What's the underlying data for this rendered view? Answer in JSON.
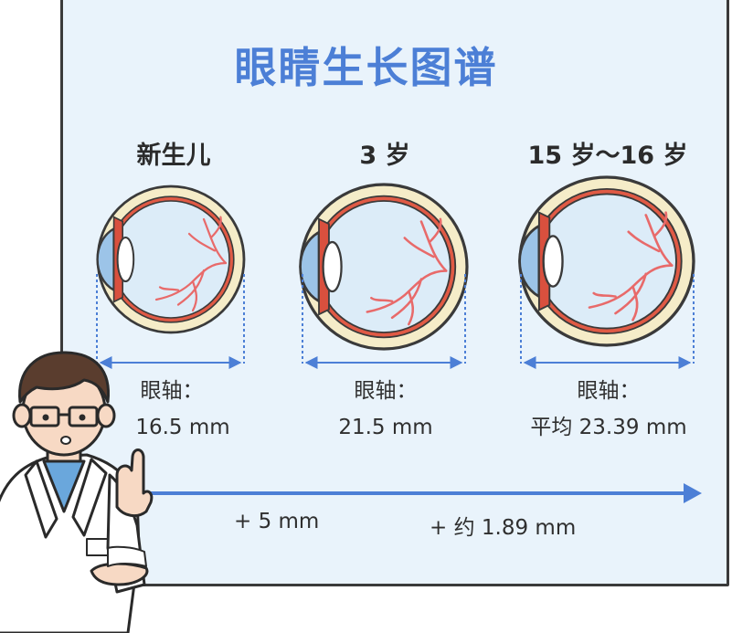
{
  "title": "眼睛生长图谱",
  "stages": [
    {
      "label": "新生儿",
      "axis_label": "眼轴：",
      "axis_value": "16.5 mm"
    },
    {
      "label": "3 岁",
      "axis_label": "眼轴：",
      "axis_value": "21.5 mm"
    },
    {
      "label": "15 岁～16 岁",
      "axis_label": "眼轴：",
      "axis_value": "平均 23.39 mm"
    }
  ],
  "growth": [
    {
      "text": "+ 5 mm"
    },
    {
      "text": "+ 约 1.89 mm"
    }
  ],
  "colors": {
    "accent": "#4c7fd6",
    "panel_bg": "#e9f3fb",
    "eye_sclera": "#f5ecc8",
    "eye_retina": "#d9503e",
    "eye_inner": "#dcecf8",
    "vessels": "#e86a6a",
    "measure": "#4c7fd6"
  },
  "icons": [
    "eye-diagram-icon",
    "arrow-right-icon",
    "doctor-illustration-icon"
  ]
}
